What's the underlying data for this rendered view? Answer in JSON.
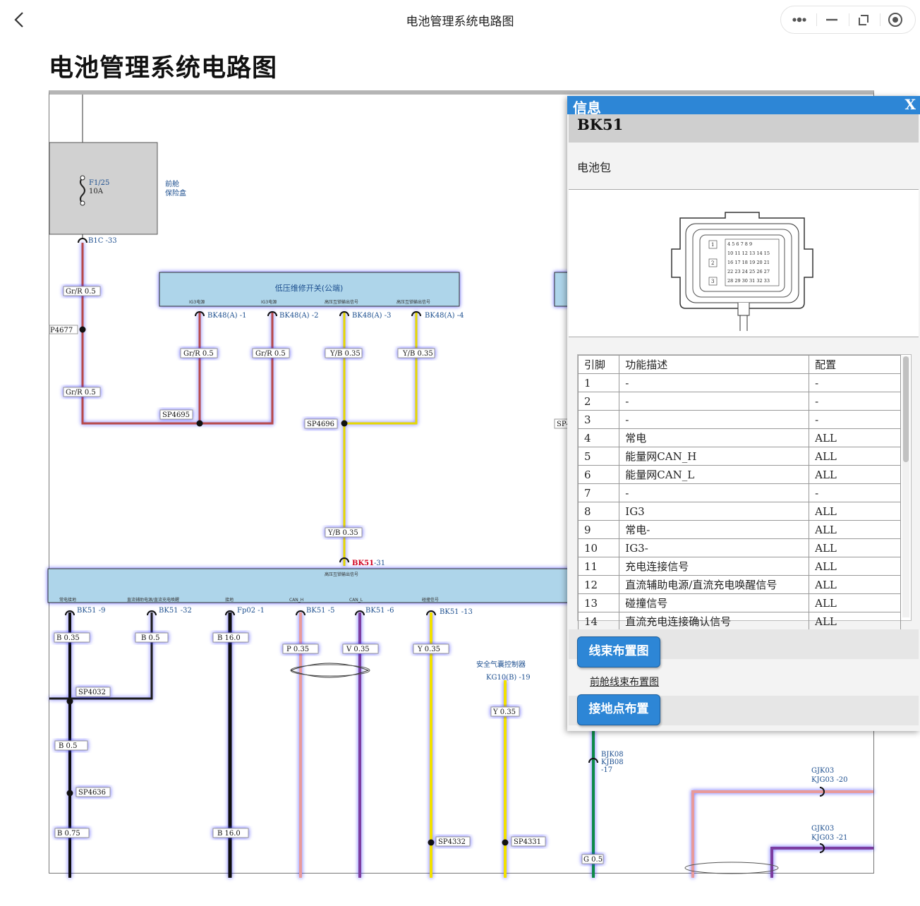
{
  "window": {
    "title": "电池管理系统电路图"
  },
  "page": {
    "heading": "电池管理系统电路图"
  },
  "diagram": {
    "fuse_label": "F1/25",
    "fuse_rating": "10A",
    "fuse_box_label_1": "前舱",
    "fuse_box_label_2": "保险盒",
    "connector_b1c": "B1C -33",
    "switch_title": "低压维修开关(公端)",
    "switch_pins": [
      {
        "desc": "IG3电源",
        "code": "BK48(A) -1",
        "wire": "Gr/R 0.5"
      },
      {
        "desc": "IG3电源",
        "code": "BK48(A) -2",
        "wire": "Gr/R 0.5"
      },
      {
        "desc": "高压互锁输出信号",
        "code": "BK48(A) -3",
        "wire": "Y/B 0.35"
      },
      {
        "desc": "高压互锁输出信号",
        "code": "BK48(A) -4",
        "wire": "Y/B 0.35"
      }
    ],
    "wires_left": [
      "Gr/R 0.5",
      "Gr/R 0.5"
    ],
    "splices": [
      "P4677",
      "SP4695",
      "SP4696",
      "SP4",
      "SP4032",
      "SP4636",
      "SP4332",
      "SP4331"
    ],
    "yb_wire": "Y/B 0.35",
    "bk51_main": "BK51",
    "bk51_pin": "-31",
    "bk51_main_desc": "高压互锁输出信号",
    "bk51_pins": [
      {
        "desc": "常电接地",
        "code": "BK51 -9",
        "wire": "B 0.35"
      },
      {
        "desc": "直流辅助电源/直流充电唤醒",
        "code": "BK51 -32",
        "wire": "B 0.5"
      },
      {
        "desc": "接地",
        "code": "Fp02 -1",
        "wire": "B 16.0"
      },
      {
        "desc": "CAN_H",
        "code": "BK51 -5",
        "wire": "P 0.35"
      },
      {
        "desc": "CAN_L",
        "code": "BK51 -6",
        "wire": "V 0.35"
      },
      {
        "desc": "碰撞信号",
        "code": "BK51 -13",
        "wire": "Y 0.35"
      }
    ],
    "lower_wires": [
      "B 0.5",
      "B 0.75",
      "B 16.0"
    ],
    "airbag_label": "安全气囊控制器",
    "airbag_code": "KG10(B) -19",
    "airbag_wire": "Y 0.35",
    "ground_codes": [
      "BJK08",
      "KJB08",
      "-17"
    ],
    "gjk_1": [
      "GJK03",
      "KJG03 -20"
    ],
    "gjk_2": [
      "GJK03",
      "KJG03 -21"
    ],
    "green_wire": "G 0.5"
  },
  "info_panel": {
    "header": "信息",
    "close": "X",
    "connector_code": "BK51",
    "connector_name": "电池包",
    "table": {
      "headers": [
        "引脚",
        "功能描述",
        "配置"
      ],
      "rows": [
        [
          "1",
          "-",
          "-"
        ],
        [
          "2",
          "-",
          "-"
        ],
        [
          "3",
          "-",
          "-"
        ],
        [
          "4",
          "常电",
          "ALL"
        ],
        [
          "5",
          "能量网CAN_H",
          "ALL"
        ],
        [
          "6",
          "能量网CAN_L",
          "ALL"
        ],
        [
          "7",
          "-",
          "-"
        ],
        [
          "8",
          "IG3",
          "ALL"
        ],
        [
          "9",
          "常电-",
          "ALL"
        ],
        [
          "10",
          "IG3-",
          "ALL"
        ],
        [
          "11",
          "充电连接信号",
          "ALL"
        ],
        [
          "12",
          "直流辅助电源/直流充电唤醒信号",
          "ALL"
        ],
        [
          "13",
          "碰撞信号",
          "ALL"
        ],
        [
          "14",
          "直流充电连接确认信号",
          "ALL"
        ]
      ]
    },
    "harness_button": "线束布置图",
    "harness_link": "前舱线束布置图",
    "ground_button": "接地点布置"
  }
}
